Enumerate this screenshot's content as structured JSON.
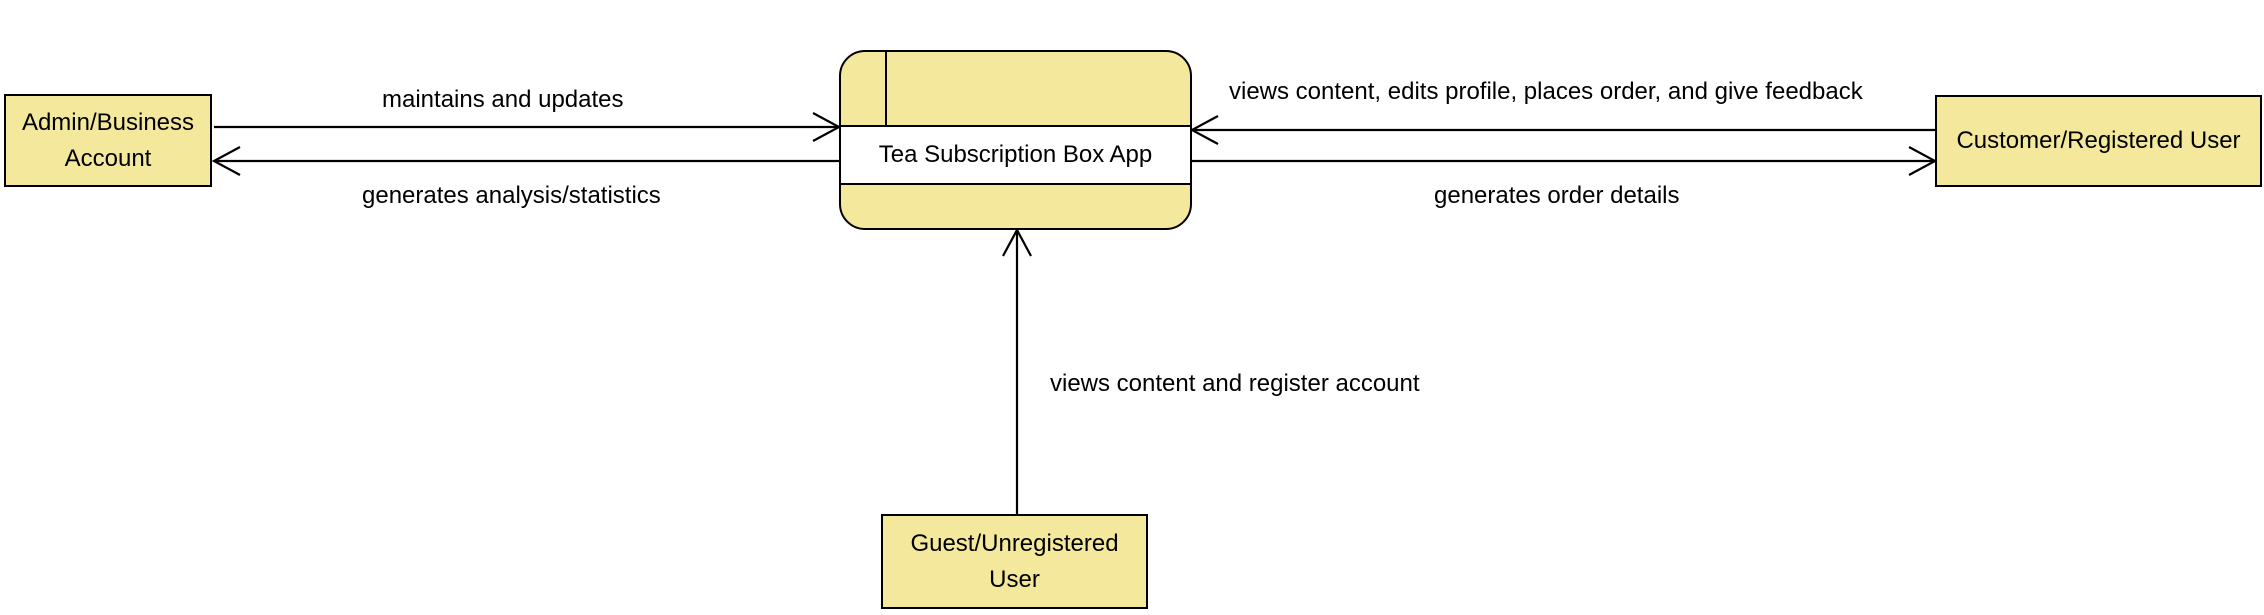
{
  "process": {
    "name": "Tea Subscription Box App"
  },
  "entities": {
    "admin": {
      "line1": "Admin/Business",
      "line2": "Account"
    },
    "customer": {
      "label": "Customer/Registered User"
    },
    "guest": {
      "line1": "Guest/Unregistered",
      "line2": "User"
    }
  },
  "flows": {
    "admin_to_app": "maintains and updates",
    "app_to_admin": "generates analysis/statistics",
    "customer_to_app": "views content, edits profile, places order, and give feedback",
    "app_to_customer": "generates order details",
    "guest_to_app": "views content and register account"
  },
  "colors": {
    "entity_fill": "#f3e89c",
    "stroke": "#000000",
    "background": "#ffffff"
  }
}
